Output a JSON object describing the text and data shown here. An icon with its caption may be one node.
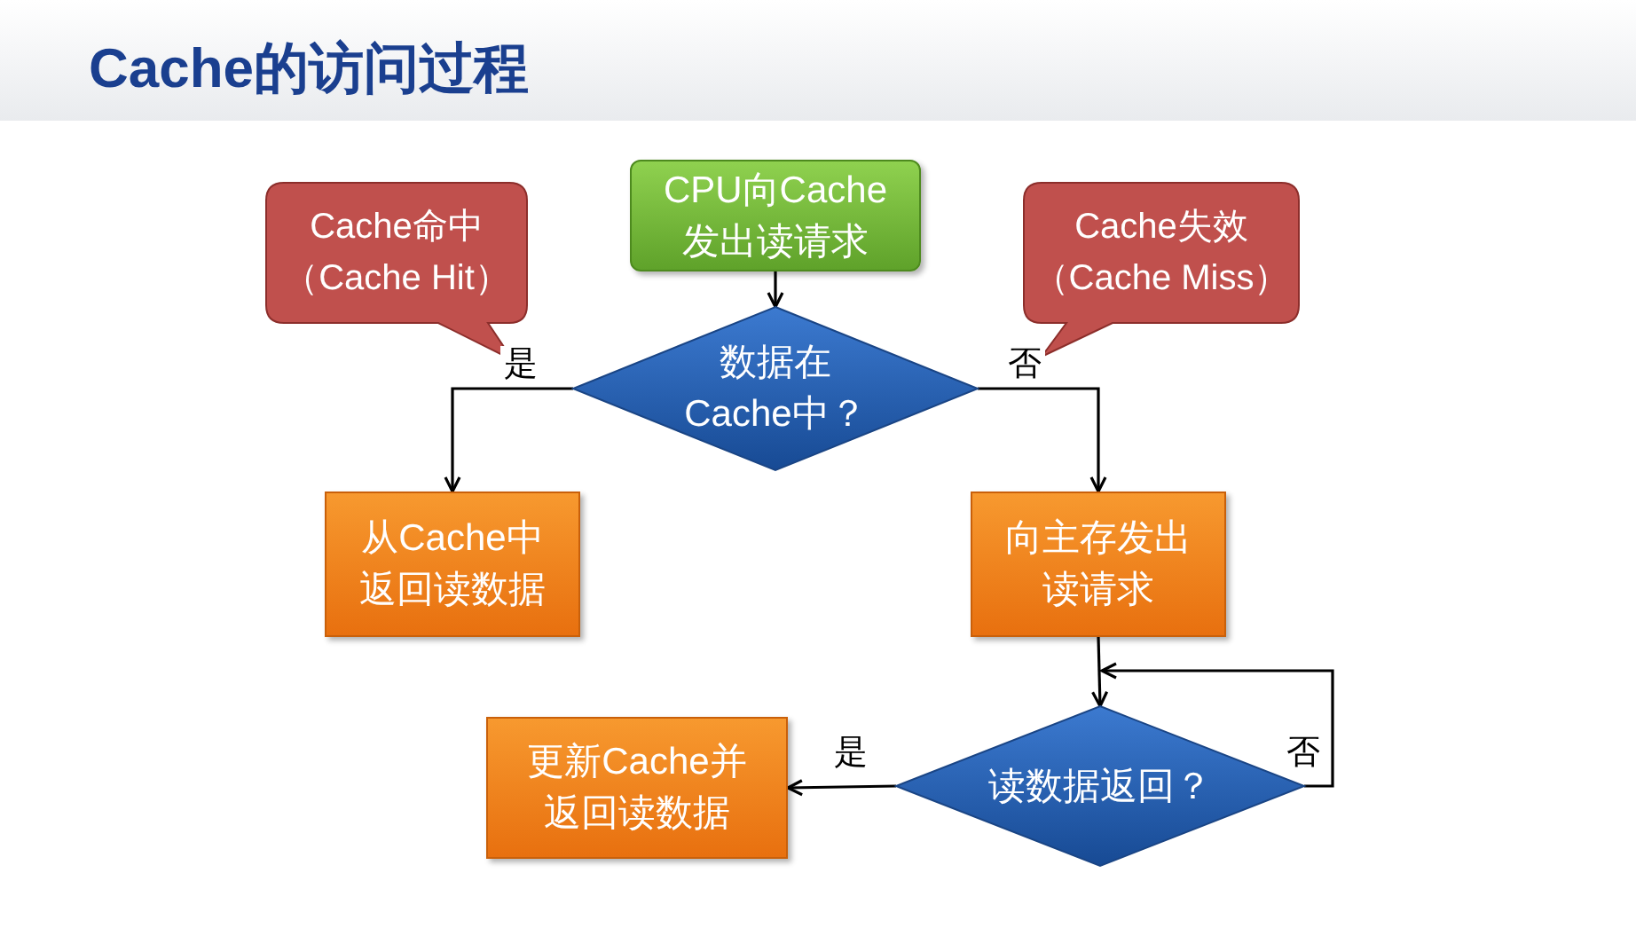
{
  "diagram": {
    "title": "Cache的访问过程",
    "nodes": [
      {
        "text": [
          "Cache命中（Cache Hit）"
        ]
      },
      {
        "text": [
          "CPU向Cache发出读请求"
        ]
      },
      {
        "text": [
          "数据在Cache中？"
        ]
      },
      {
        "text": [
          "Cache失效（Cache Miss）"
        ]
      },
      {
        "text": [
          "从Cache中返回读数据"
        ]
      },
      {
        "text": [
          "向主存发出读请求"
        ]
      },
      {
        "text": [
          "读数据返回？"
        ]
      },
      {
        "text": [
          "更新Cache并返回读数据"
        ]
      }
    ],
    "edges": [
      {
        "from": 1,
        "to": 2,
        "arrow": "to"
      },
      {
        "from": 2,
        "to": 4,
        "arrow": "to",
        "label": "是"
      },
      {
        "from": 2,
        "to": 5,
        "arrow": "to",
        "label": "否"
      },
      {
        "from": 5,
        "to": 6,
        "arrow": "to"
      },
      {
        "from": 6,
        "to": 7,
        "arrow": "to",
        "label": "是"
      },
      {
        "from": 6,
        "to": 6,
        "arrow": "to",
        "label": "否"
      }
    ]
  }
}
